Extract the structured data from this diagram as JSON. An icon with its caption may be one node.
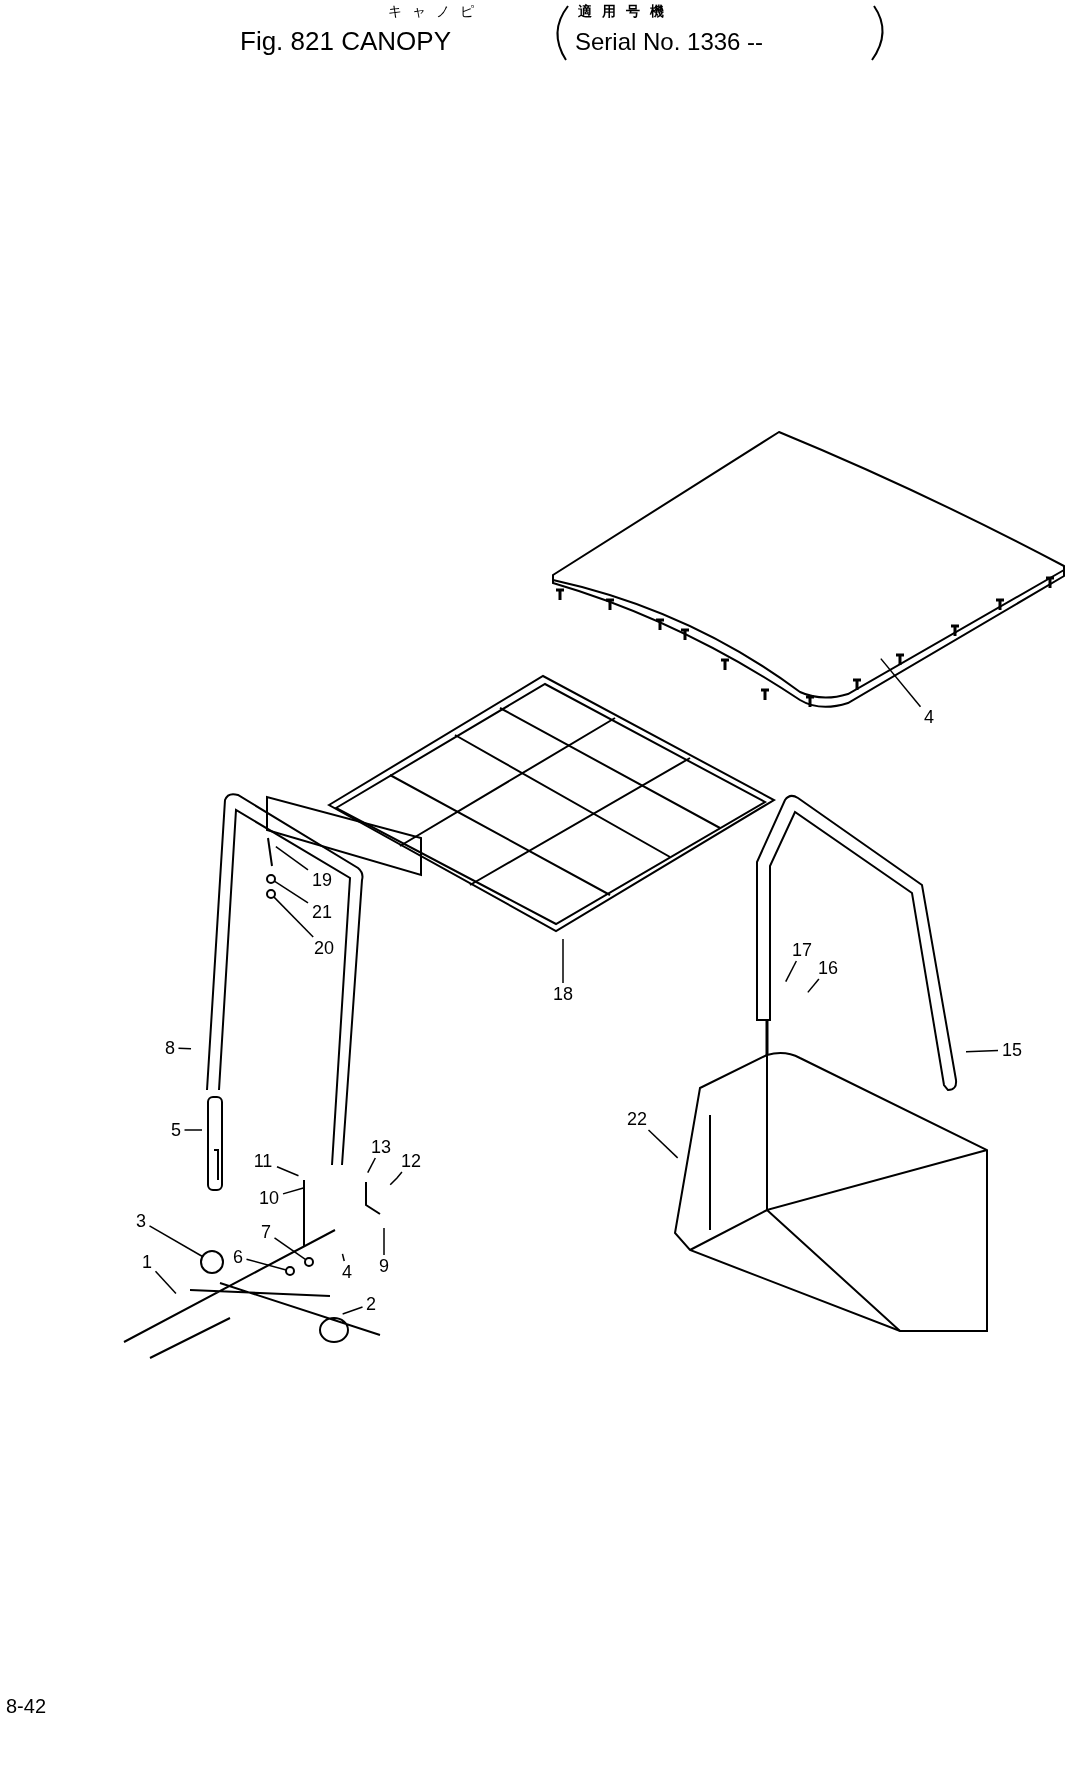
{
  "diagram": {
    "title": "Fig. 821 CANOPY",
    "nodes": [
      {
        "text": [
          "4"
        ]
      },
      {
        "text": [
          "19"
        ]
      },
      {
        "text": [
          "21"
        ]
      },
      {
        "text": [
          "20"
        ]
      },
      {
        "text": [
          "17"
        ]
      },
      {
        "text": [
          "16"
        ]
      },
      {
        "text": [
          "18"
        ]
      },
      {
        "text": [
          "8"
        ]
      },
      {
        "text": [
          "15"
        ]
      },
      {
        "text": [
          "22"
        ]
      },
      {
        "text": [
          "5"
        ]
      },
      {
        "text": [
          "13"
        ]
      },
      {
        "text": [
          "11"
        ]
      },
      {
        "text": [
          "12"
        ]
      },
      {
        "text": [
          "10"
        ]
      },
      {
        "text": [
          "3"
        ]
      },
      {
        "text": [
          "7"
        ]
      },
      {
        "text": [
          "6"
        ]
      },
      {
        "text": [
          "1"
        ]
      },
      {
        "text": [
          "9"
        ]
      },
      {
        "text": [
          "4"
        ]
      },
      {
        "text": [
          "2"
        ]
      },
      {
        "text": [],
        "shape": "circle"
      },
      {
        "text": [],
        "shape": "circle"
      },
      {
        "text": [],
        "shape": "circle"
      },
      {
        "text": [],
        "shape": "circle"
      },
      {
        "text": [],
        "shape": "circle"
      }
    ],
    "edges": [
      {
        "from": 0,
        "to": null,
        "arrow": "none"
      },
      {
        "from": 1,
        "to": null,
        "arrow": "none"
      },
      {
        "from": 2,
        "to": 22,
        "arrow": "none"
      },
      {
        "from": 3,
        "to": 23,
        "arrow": "none"
      },
      {
        "from": 4,
        "to": null,
        "arrow": "none"
      },
      {
        "from": 5,
        "to": null,
        "arrow": "none"
      },
      {
        "from": 6,
        "to": null,
        "arrow": "none"
      },
      {
        "from": 7,
        "to": null,
        "arrow": "none"
      },
      {
        "from": 8,
        "to": null,
        "arrow": "none"
      },
      {
        "from": 9,
        "to": null,
        "arrow": "none"
      },
      {
        "from": 10,
        "to": null,
        "arrow": "none"
      },
      {
        "from": 11,
        "to": null,
        "arrow": "none"
      },
      {
        "from": 12,
        "to": null,
        "arrow": "none"
      },
      {
        "from": 13,
        "to": null,
        "arrow": "none"
      },
      {
        "from": 14,
        "to": null,
        "arrow": "none"
      },
      {
        "from": 15,
        "to": 24,
        "arrow": "none"
      },
      {
        "from": 16,
        "to": 26,
        "arrow": "none"
      },
      {
        "from": 17,
        "to": 25,
        "arrow": "none"
      },
      {
        "from": 18,
        "to": null,
        "arrow": "none"
      },
      {
        "from": 19,
        "to": null,
        "arrow": "none"
      },
      {
        "from": 20,
        "to": null,
        "arrow": "none"
      },
      {
        "from": 21,
        "to": null,
        "arrow": "none"
      }
    ],
    "labels": [
      "キャノピ",
      "適用号機",
      "Serial No. 1336 --",
      "8-42"
    ]
  }
}
